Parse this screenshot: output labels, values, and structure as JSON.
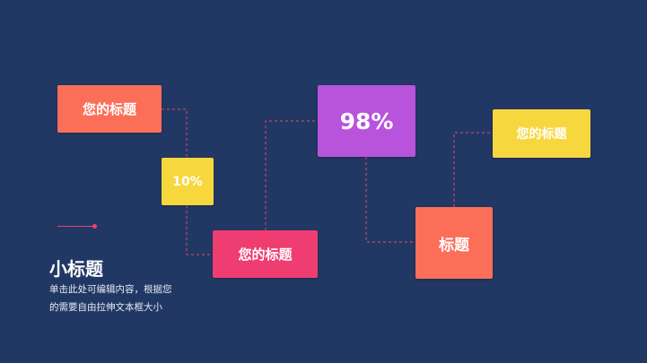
{
  "diagram": {
    "boxes": [
      {
        "label": "您的标题",
        "color": "#fb6f58"
      },
      {
        "label": "10%",
        "color": "#f7d73e"
      },
      {
        "label": "您的标题",
        "color": "#ef3d72"
      },
      {
        "label": "98%",
        "color": "#b853dc"
      },
      {
        "label": "标题",
        "color": "#fb6f58"
      },
      {
        "label": "您的标题",
        "color": "#f7d73e"
      }
    ],
    "connector_color": "#e8436e"
  },
  "caption": {
    "subtitle": "小标题",
    "description_line1": "单击此处可编辑内容，根据您",
    "description_line2": "的需要自由拉伸文本框大小"
  }
}
